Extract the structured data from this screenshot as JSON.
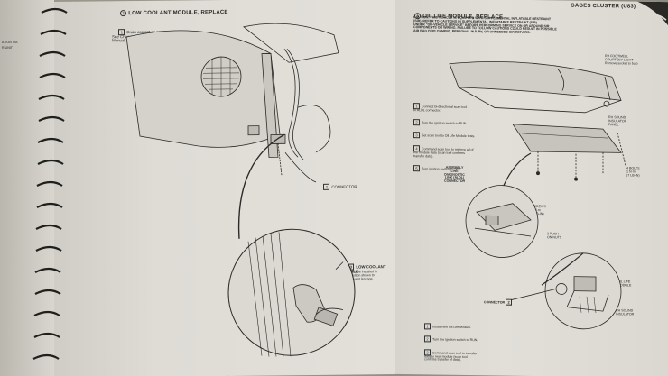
{
  "left_edge": {
    "fragments": [
      "ATION VIA",
      "R UNIT"
    ]
  },
  "left_page": {
    "title_num": "7",
    "title": "LOW COOLANT MODULE, REPLACE",
    "step_num": "1",
    "step_text": "Drain coolant as necessary.\nSee Chassis Service\nManual Section 6B.",
    "callout_connector_num": "2",
    "callout_connector": "CONNECTOR",
    "callout_module_num": "3",
    "callout_module_title": "LOW COOLANT\nMODULE",
    "callout_module_note": "Must be installed in\nposition shown to\nprevent leakage."
  },
  "right_page": {
    "header_right": "GAGES CLUSTER (U83)",
    "title_num": "8",
    "title": "OIL LIFE MODULE, REPLACE",
    "caution": "CAUTION: THIS VEHICLE IS EQUIPPED WITH SUPPLEMENTAL INFLATABLE RESTRAINT\n(SIR). REFER TO CAUTIONS IN SUPPLEMENTAL INFLATABLE RESTRAINT (SIR)\nUNDER \"ON-VEHICLE SERVICE\" BEFORE PERFORMING SERVICE ON OR AROUND SIR\nCOMPONENTS OR WIRING. FAILURE TO FOLLOW CAUTIONS COULD RESULT IN POSSIBLE\nAIR BAG DEPLOYMENT, PERSONAL INJURY, OR UNNEEDED SIR REPAIRS.",
    "steps_a": [
      {
        "n": "1",
        "text": "Connect bi-directional scan tool\nto ALDL connector."
      },
      {
        "n": "2",
        "text": "Turn the ignition switch to RUN."
      },
      {
        "n": "3",
        "text": "Set scan tool to Oil Life Module tests."
      },
      {
        "n": "4",
        "text": "Command scan tool to retrieve all of\nthe module data (scan tool confirms\ntransfer data)."
      },
      {
        "n": "5",
        "text": "Turn ignition switch to OFF."
      }
    ],
    "label_courtesy": "RH FOOTWELL\nCOURTESY LIGHT\nRemove socket to bulb",
    "label_rh_sound": "RH SOUND\nINSULATOR\nPANEL",
    "label_bolts": "4 BOLTS\n1 N·m\n(7 LB-IN)",
    "label_aldl": "ASSEMBLY\nLINE\nDIAGNOSTIC\nLINK (ALDL)\nCONNECTOR",
    "label_screws": "2 SCREWS\n1.5 N·m\n(13 LB-IN)",
    "label_push": "3 PUSH-\nON NUTS",
    "label_connector": "CONNECTOR",
    "label_connector_num": "2",
    "label_oil_life": "OIL LIFE\nMODULE",
    "label_rh_insulator": "RH SOUND\nINSULATOR",
    "steps_b": [
      {
        "n": "1",
        "text": "Install new Oil Life Module."
      },
      {
        "n": "2",
        "text": "Turn the ignition switch to RUN."
      },
      {
        "n": "3",
        "text": "Command scan tool to transfer\ndata to new module (scan tool\nconfirms transfer of data)."
      }
    ]
  }
}
